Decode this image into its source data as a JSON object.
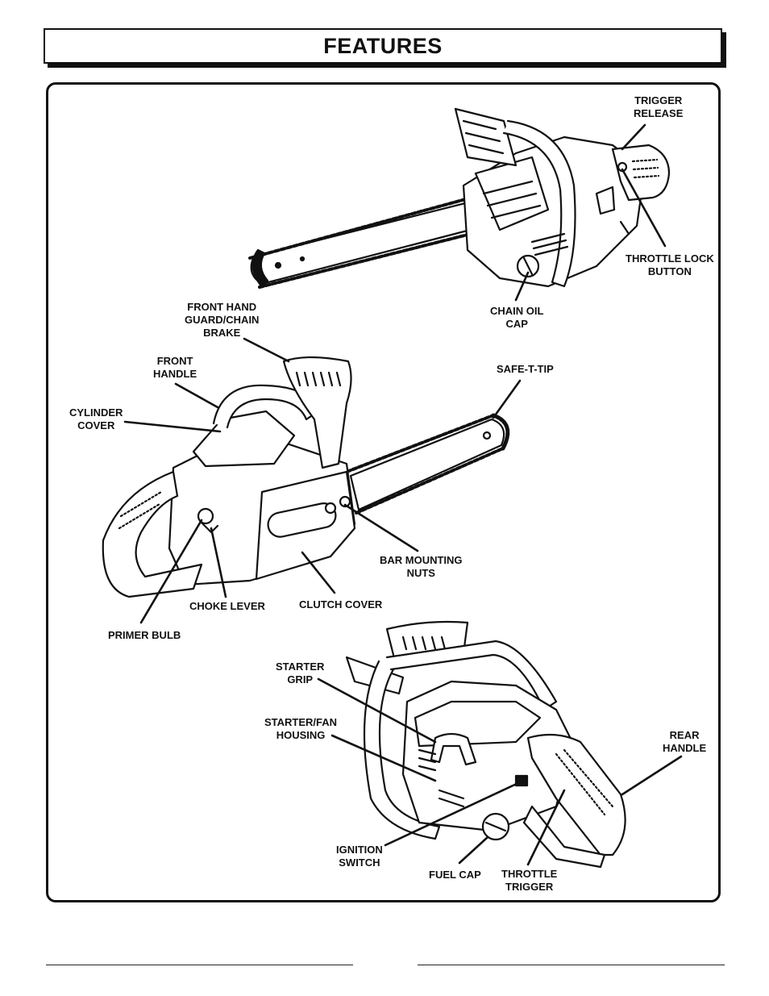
{
  "page": {
    "title": "FEATURES"
  },
  "labels": {
    "trigger_release": "TRIGGER\nRELEASE",
    "throttle_lock_button": "THROTTLE LOCK\nBUTTON",
    "chain_oil_cap": "CHAIN OIL\nCAP",
    "front_hand_guard": "FRONT HAND\nGUARD/CHAIN\nBRAKE",
    "front_handle": "FRONT\nHANDLE",
    "safe_t_tip": "SAFE-T-TIP",
    "cylinder_cover": "CYLINDER\nCOVER",
    "bar_mounting_nuts": "BAR MOUNTING\nNUTS",
    "choke_lever": "CHOKE LEVER",
    "clutch_cover": "CLUTCH COVER",
    "primer_bulb": "PRIMER BULB",
    "starter_grip": "STARTER\nGRIP",
    "starter_fan_housing": "STARTER/FAN\nHOUSING",
    "rear_handle": "REAR\nHANDLE",
    "ignition_switch": "IGNITION\nSWITCH",
    "fuel_cap": "FUEL CAP",
    "throttle_trigger": "THROTTLE\nTRIGGER"
  }
}
